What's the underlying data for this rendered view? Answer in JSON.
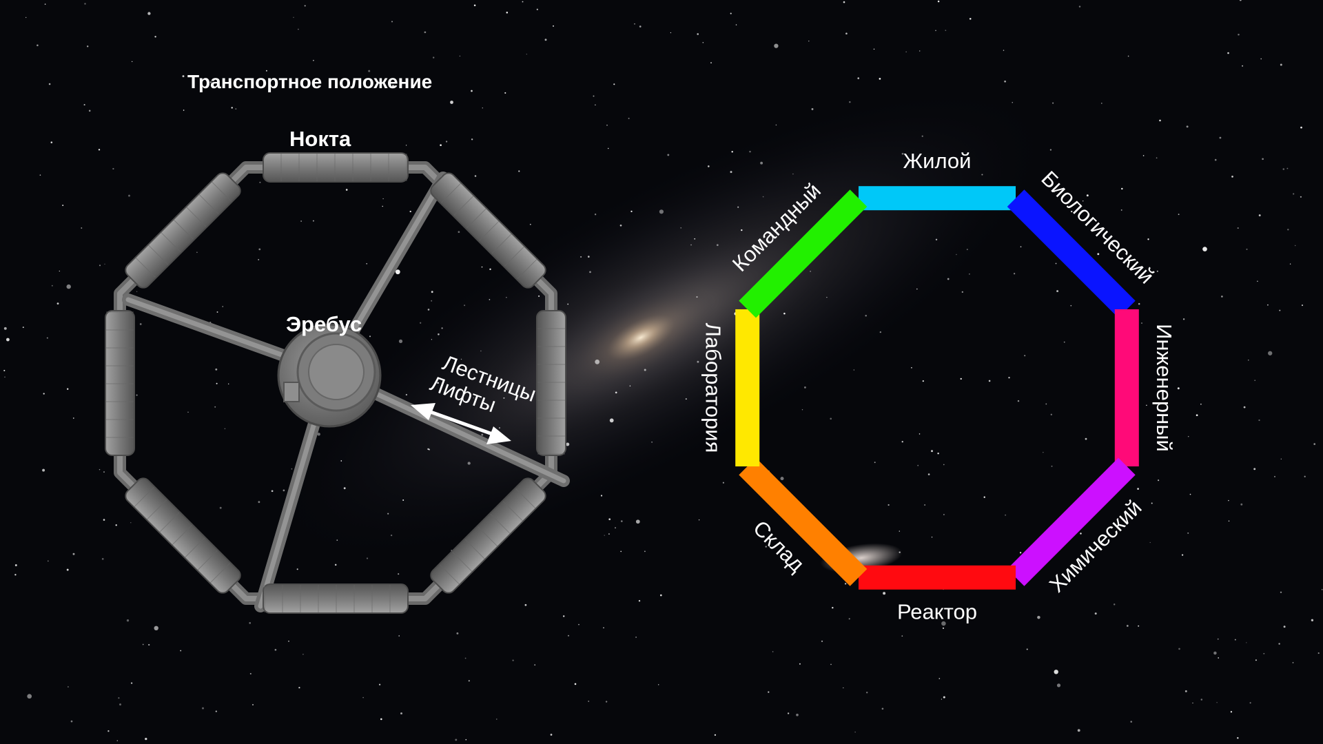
{
  "left_panel": {
    "title": "Транспортное положение",
    "top_module": "Нокта",
    "hub": "Эребус",
    "spoke_note_line1": "Лестницы",
    "spoke_note_line2": "Лифты"
  },
  "ring_diagram": {
    "segments": [
      {
        "name": "Жилой",
        "color": "#00c8f8"
      },
      {
        "name": "Биологический",
        "color": "#0a14ff"
      },
      {
        "name": "Инженерный",
        "color": "#ff0a78"
      },
      {
        "name": "Химический",
        "color": "#cc10ff"
      },
      {
        "name": "Реактор",
        "color": "#ff0a10"
      },
      {
        "name": "Склад",
        "color": "#ff8000"
      },
      {
        "name": "Лаборатория",
        "color": "#ffe800"
      },
      {
        "name": "Командный",
        "color": "#22f000"
      }
    ]
  },
  "colors": {
    "background": "#06070b",
    "station_gray": "#7d7d7d",
    "arrow": "#ffffff"
  }
}
